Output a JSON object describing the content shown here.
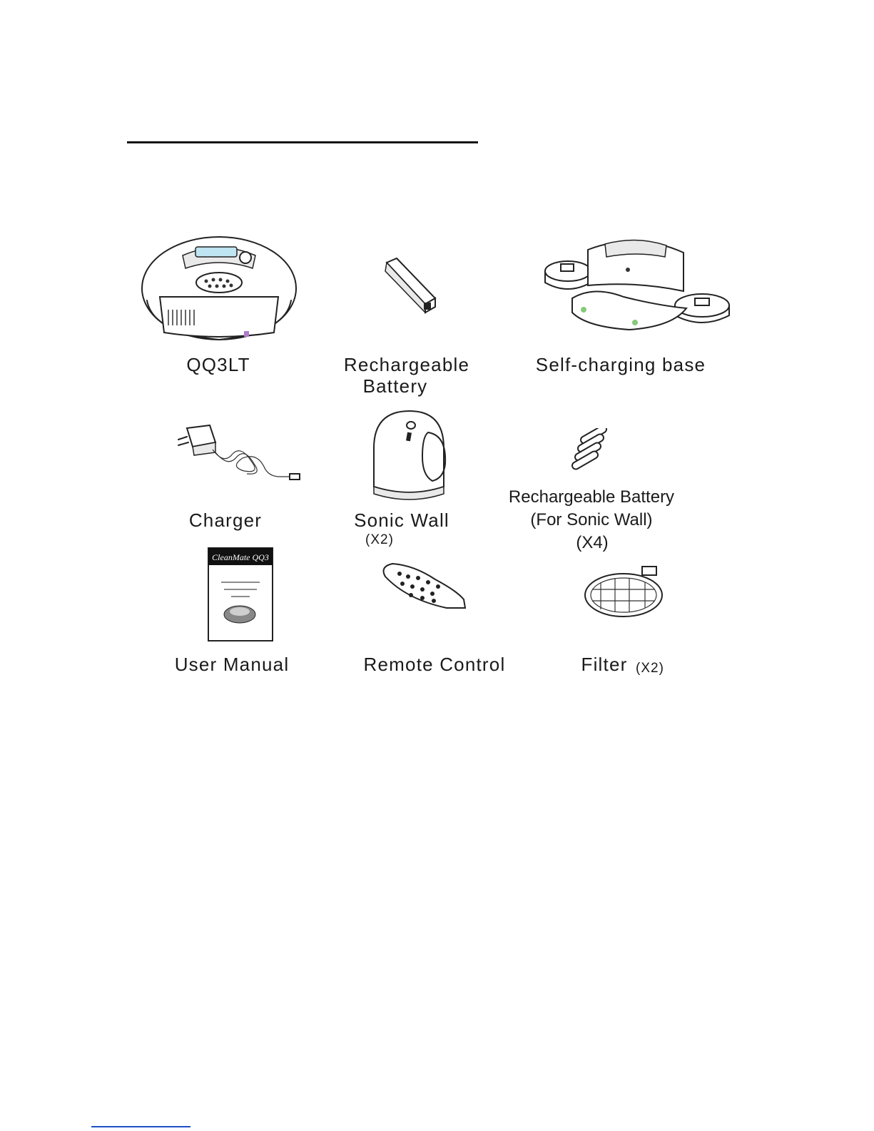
{
  "items": [
    {
      "label": "QQ3LT"
    },
    {
      "label": "Rechargeable",
      "label2": "Battery"
    },
    {
      "label": "Self-charging base"
    },
    {
      "label": "Charger"
    },
    {
      "label": "Sonic Wall",
      "qty": "(X2)"
    },
    {
      "label": "Rechargeable Battery",
      "label2": "(For Sonic Wall)",
      "qty": "(X4)"
    },
    {
      "label": "User Manual"
    },
    {
      "label": "Remote Control"
    },
    {
      "label": "Filter",
      "qty": "(X2)"
    }
  ],
  "manual_cover": {
    "brand": "CleanMate QQ3"
  }
}
